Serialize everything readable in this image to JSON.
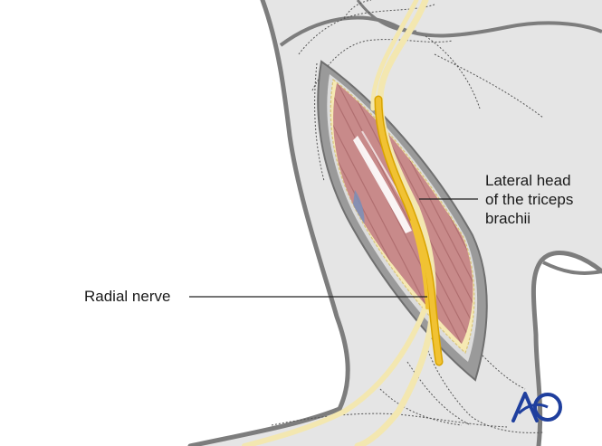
{
  "figure": {
    "labels": {
      "radial_nerve": "Radial nerve",
      "lateral_head": "Lateral head\nof the triceps\nbrachii"
    },
    "logo": {
      "text": "AO",
      "icon": "ao-foundation-logo"
    }
  },
  "colors": {
    "skin": "#e5e5e5",
    "skin_outline": "#7d7d7d",
    "muscle": "#c88a8a",
    "muscle_stripe": "#b06f70",
    "fat": "#f6e9b3",
    "nerve": "#f1c233",
    "nerve_outline": "#d9a400",
    "vessel": "#7a8fb8",
    "logo": "#1f3f9e"
  }
}
